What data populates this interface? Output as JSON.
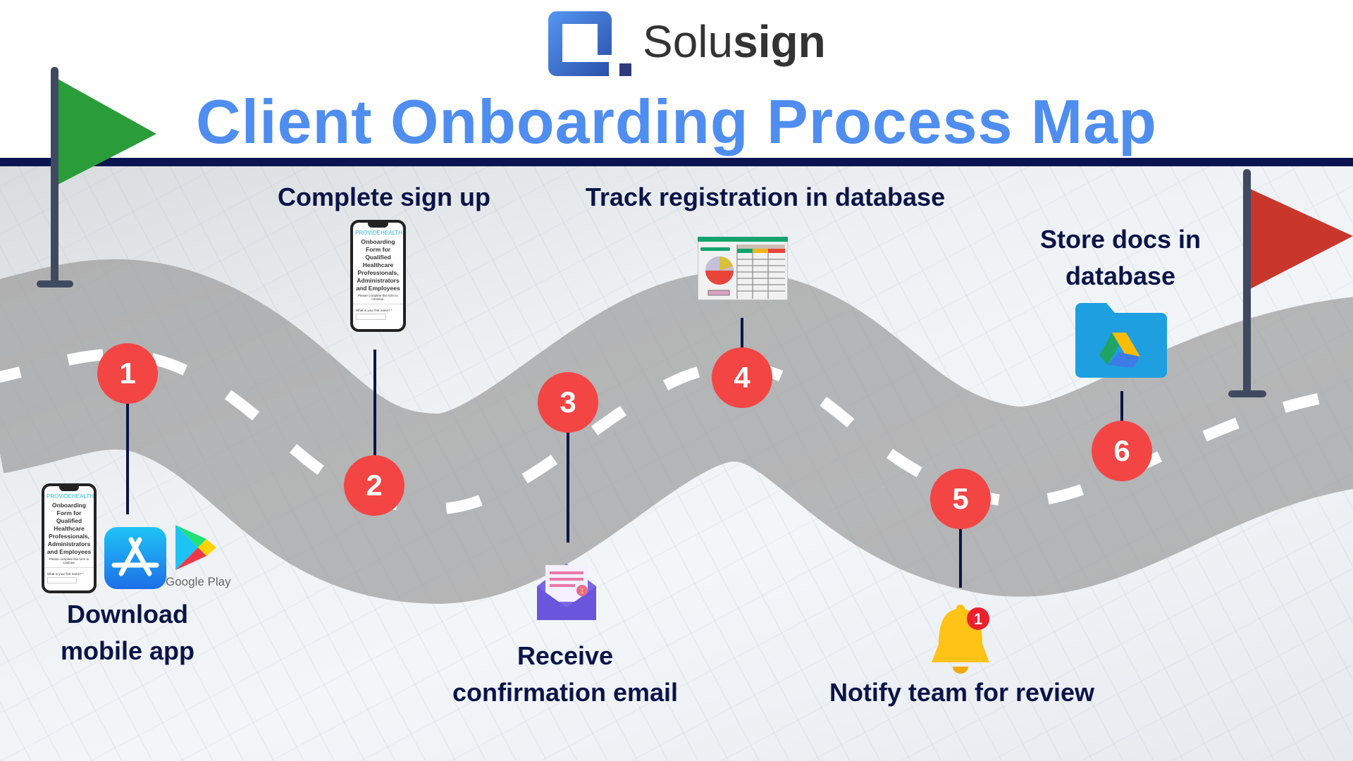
{
  "brand": {
    "name_light": "Solu",
    "name_bold": "sign"
  },
  "title": "Client Onboarding Process Map",
  "colors": {
    "title": "#4f8ef0",
    "navy": "#0b1448",
    "step": "#f44545",
    "start_flag": "#2a9d3a",
    "end_flag": "#c9372c"
  },
  "steps": [
    {
      "number": "1",
      "label_lines": [
        "Download",
        "mobile app"
      ],
      "icons": [
        "phone-form-icon",
        "app-store-icon",
        "google-play-icon"
      ]
    },
    {
      "number": "2",
      "label_lines": [
        "Complete sign up"
      ],
      "icons": [
        "phone-form-icon"
      ]
    },
    {
      "number": "3",
      "label_lines": [
        "Receive",
        "confirmation email"
      ],
      "icons": [
        "envelope-icon"
      ]
    },
    {
      "number": "4",
      "label_lines": [
        "Track registration in database"
      ],
      "icons": [
        "spreadsheet-icon"
      ]
    },
    {
      "number": "5",
      "label_lines": [
        "Notify team for review"
      ],
      "icons": [
        "bell-icon"
      ]
    },
    {
      "number": "6",
      "label_lines": [
        "Store docs in",
        "database"
      ],
      "icons": [
        "drive-folder-icon"
      ]
    }
  ],
  "phone_form": {
    "brand": "PROVIDEHEALTH",
    "title": "Onboarding Form for Qualified Healthcare Professionals, Administrators and Employees",
    "subtitle": "Please complete this form to continue.",
    "question": "What is your first name? *"
  },
  "google_play_label": "Google Play",
  "envelope_badge": "1",
  "bell_badge": "1"
}
